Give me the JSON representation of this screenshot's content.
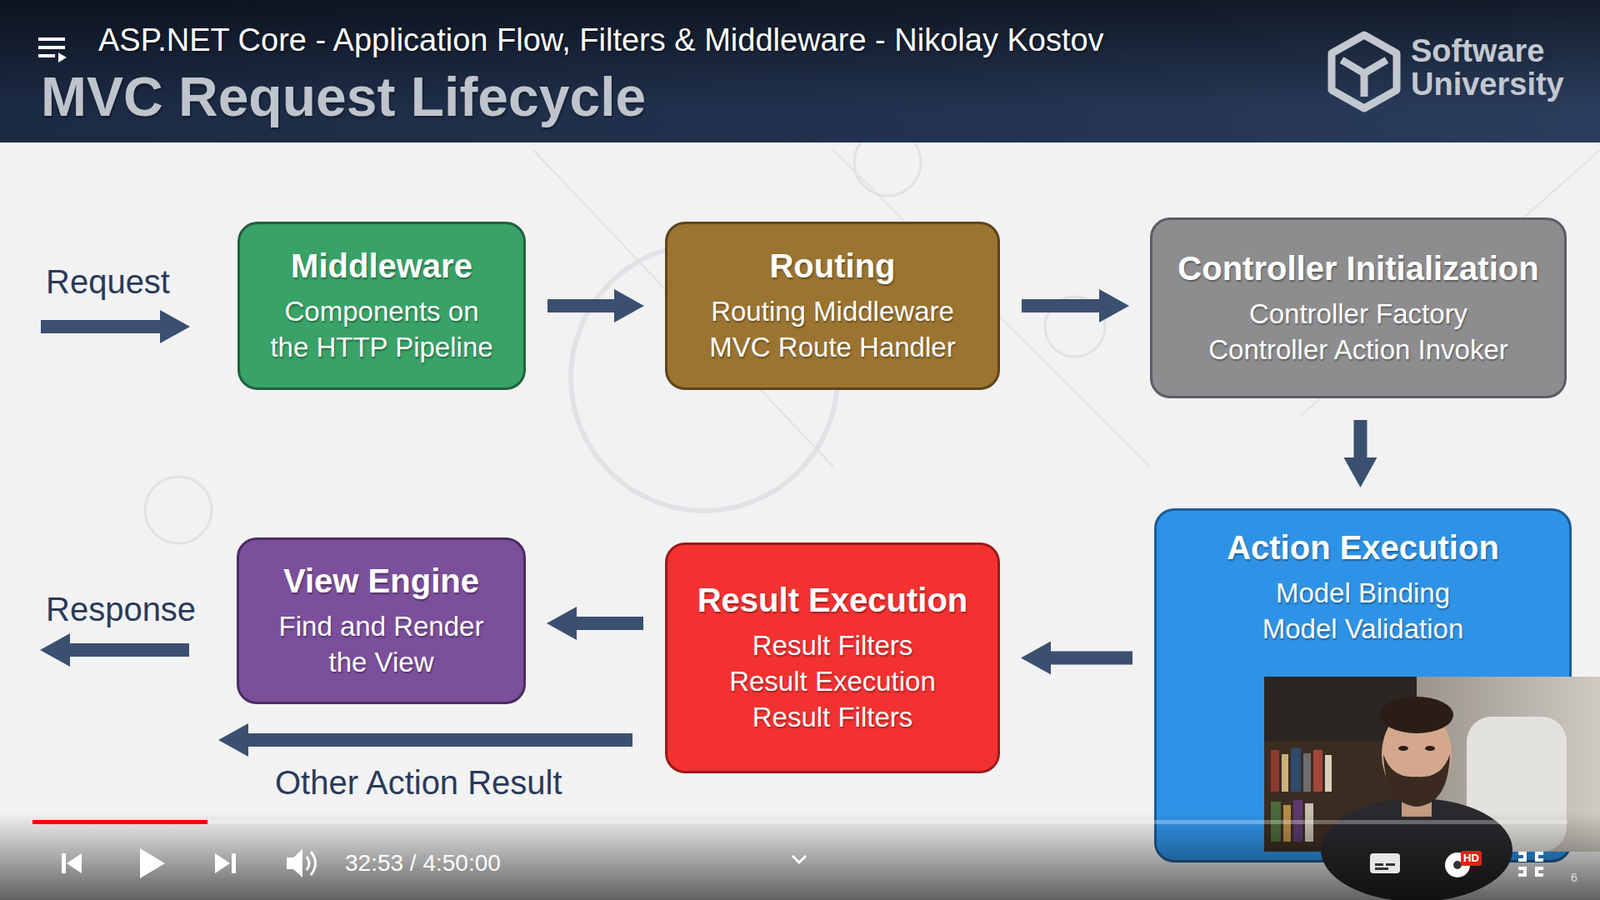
{
  "diagram": {
    "title": "MVC Request Lifecycle",
    "nodes": [
      {
        "text": [
          "Middleware",
          "Components on the HTTP Pipeline"
        ]
      },
      {
        "text": [
          "Routing",
          "Routing Middleware MVC Route Handler"
        ]
      },
      {
        "text": [
          "Controller Initialization",
          "Controller Factory Controller Action Invoker"
        ]
      },
      {
        "text": [
          "Action Execution",
          "Model Binding Model Validation"
        ]
      },
      {
        "text": [
          "Result Execution",
          "Result Filters Result Execution Result Filters"
        ]
      },
      {
        "text": [
          "View Engine",
          "Find and Render the View"
        ]
      }
    ],
    "edges": [
      {
        "from": 0,
        "to": 1,
        "arrow": "to"
      },
      {
        "from": 1,
        "to": 2,
        "arrow": "to"
      },
      {
        "from": 2,
        "to": 3,
        "arrow": "to"
      },
      {
        "from": 3,
        "to": 4,
        "arrow": "to"
      },
      {
        "from": 4,
        "to": 5,
        "arrow": "to"
      }
    ],
    "labels": [
      "ASP.NET Core - Application Flow, Filters & Middleware - Nikolay Kostov",
      "Software University",
      "Request",
      "Response",
      "Other Action Result",
      "32:53 / 4:50:00",
      "HD",
      "6"
    ]
  }
}
